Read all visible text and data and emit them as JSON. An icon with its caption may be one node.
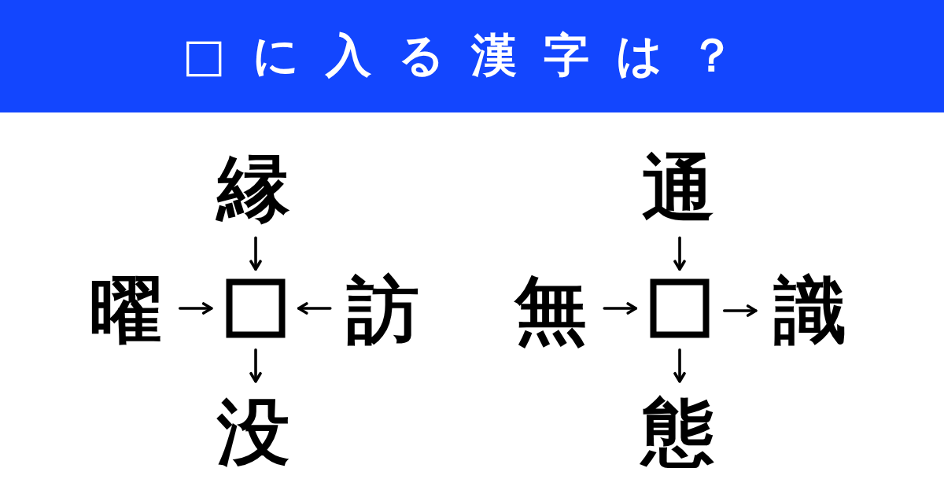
{
  "diagram": {
    "title": "□に入る漢字は？",
    "nodes": [
      {
        "text": [
          "縁"
        ]
      },
      {
        "text": [
          "曜"
        ]
      },
      {
        "text": [],
        "shape": "box"
      },
      {
        "text": [
          "訪"
        ]
      },
      {
        "text": [
          "没"
        ]
      },
      {
        "text": [
          "通"
        ]
      },
      {
        "text": [
          "無"
        ]
      },
      {
        "text": [],
        "shape": "box"
      },
      {
        "text": [
          "識"
        ]
      },
      {
        "text": [
          "態"
        ]
      }
    ],
    "edges": [
      {
        "from": 0,
        "to": 2,
        "arrow": "to"
      },
      {
        "from": 1,
        "to": 2,
        "arrow": "to"
      },
      {
        "from": 3,
        "to": 2,
        "arrow": "to"
      },
      {
        "from": 2,
        "to": 4,
        "arrow": "to"
      },
      {
        "from": 5,
        "to": 7,
        "arrow": "to"
      },
      {
        "from": 6,
        "to": 7,
        "arrow": "to"
      },
      {
        "from": 7,
        "to": 8,
        "arrow": "to"
      },
      {
        "from": 7,
        "to": 9,
        "arrow": "to"
      }
    ]
  }
}
